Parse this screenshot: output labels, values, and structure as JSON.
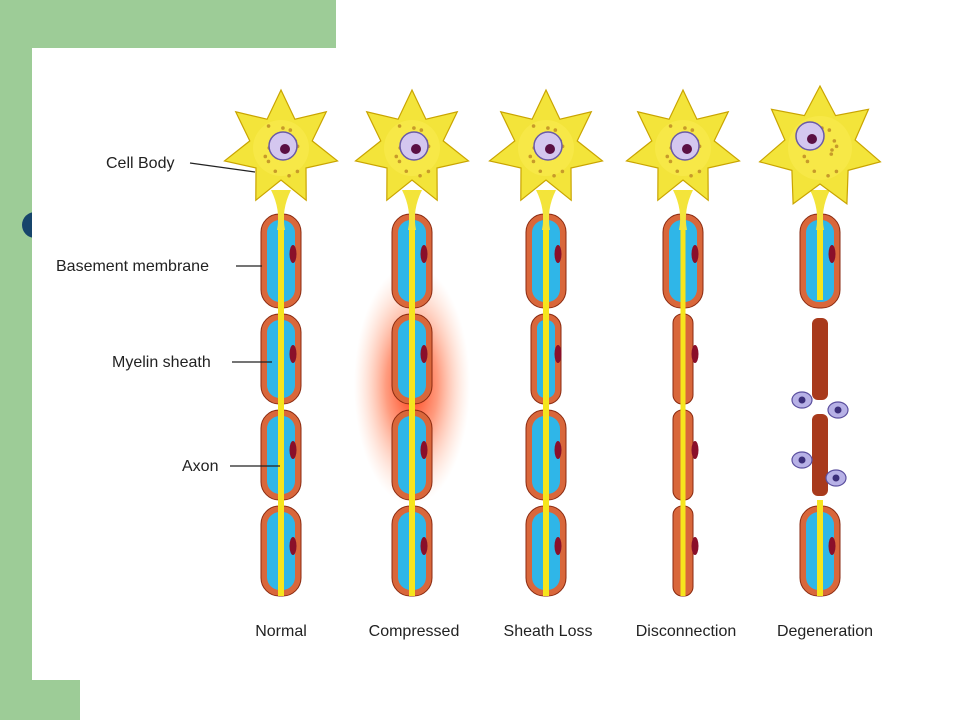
{
  "labels": {
    "cell_body": "Cell Body",
    "basement_membrane": "Basement membrane",
    "myelin_sheath": "Myelin sheath",
    "axon": "Axon"
  },
  "stages": [
    {
      "caption": "Normal"
    },
    {
      "caption": "Compressed"
    },
    {
      "caption": "Sheath Loss"
    },
    {
      "caption": "Disconnection"
    },
    {
      "caption": "Degeneration"
    }
  ],
  "colors": {
    "slide_green": "#9dcc97",
    "bullet_blue": "#17456b",
    "cell_yellow": "#f3e43a",
    "myelin_blue": "#2fb6e8",
    "membrane_orange": "#d9673b",
    "axon_yellow": "#f6e51d",
    "compression_red": "#ff2a00"
  }
}
